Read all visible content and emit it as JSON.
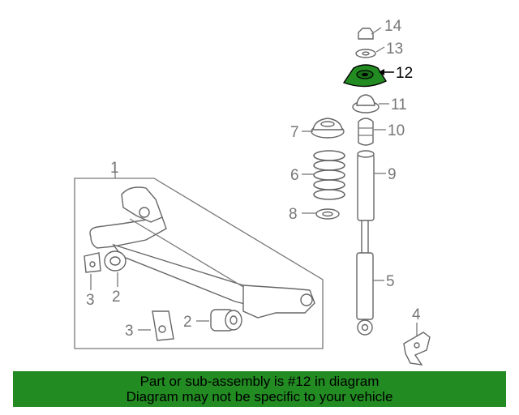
{
  "diagram": {
    "highlight_color": "#228b22",
    "callouts": [
      {
        "id": "c14",
        "label": "14"
      },
      {
        "id": "c13",
        "label": "13"
      },
      {
        "id": "c12",
        "label": "12",
        "highlighted": true
      },
      {
        "id": "c11",
        "label": "11"
      },
      {
        "id": "c10",
        "label": "10"
      },
      {
        "id": "c9",
        "label": "9"
      },
      {
        "id": "c8",
        "label": "8"
      },
      {
        "id": "c7",
        "label": "7"
      },
      {
        "id": "c6",
        "label": "6"
      },
      {
        "id": "c5",
        "label": "5"
      },
      {
        "id": "c4",
        "label": "4"
      },
      {
        "id": "c3a",
        "label": "3"
      },
      {
        "id": "c3b",
        "label": "3"
      },
      {
        "id": "c2a",
        "label": "2"
      },
      {
        "id": "c2b",
        "label": "2"
      },
      {
        "id": "c1",
        "label": "1"
      }
    ]
  },
  "banner": {
    "line1": "Part or sub-assembly is #12 in diagram",
    "line2": "Diagram may not be specific to your vehicle",
    "background": "#228b22"
  }
}
